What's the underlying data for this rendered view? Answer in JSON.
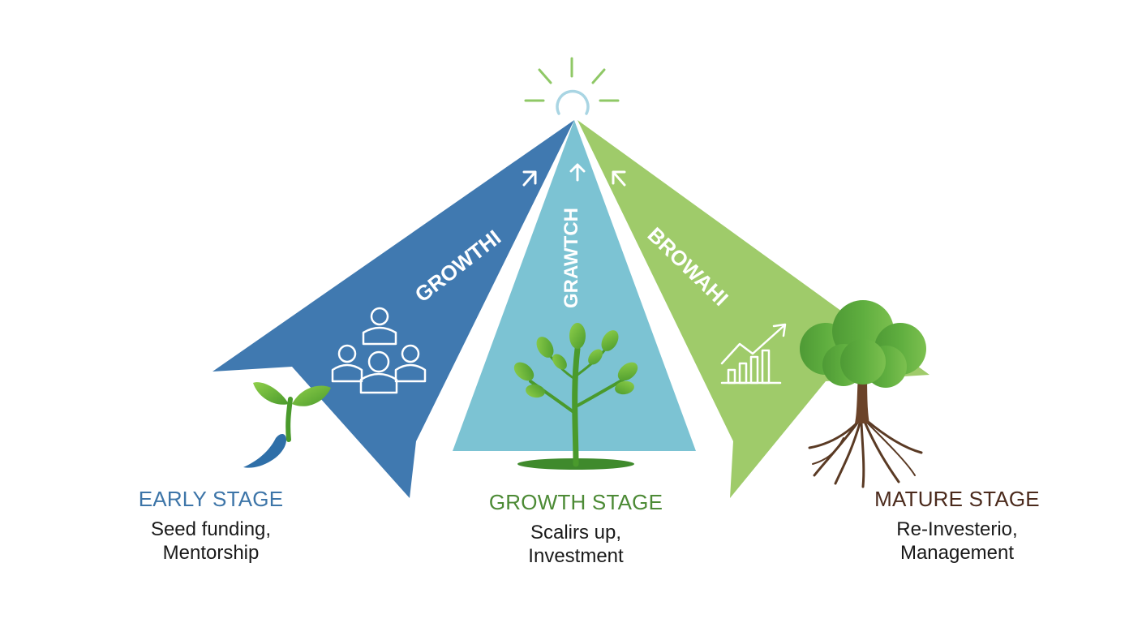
{
  "stages": [
    {
      "title": "EARLY STAGE",
      "desc_line1": "Seed funding,",
      "desc_line2": "Mentorship",
      "beam_text": "GROWTHI",
      "icon": "people-group-icon",
      "plant": "seedling-icon"
    },
    {
      "title": "GROWTH STAGE",
      "desc_line1": "Scalirs up,",
      "desc_line2": "Investment",
      "beam_text": "GRAWTCH",
      "plant": "young-tree-icon"
    },
    {
      "title": "MATURE STAGE",
      "desc_line1": "Re-Investerio,",
      "desc_line2": "Management",
      "beam_text": "BROWAHI",
      "icon": "growth-chart-icon",
      "plant": "mature-tree-icon"
    }
  ],
  "top_icon": "sun-icon",
  "colors": {
    "early": "#4079b0",
    "growth": "#7cc3d3",
    "mature": "#9fcb6a",
    "early_title": "#3d75a8",
    "growth_title": "#4c8a35",
    "mature_title": "#4b2a1c"
  }
}
